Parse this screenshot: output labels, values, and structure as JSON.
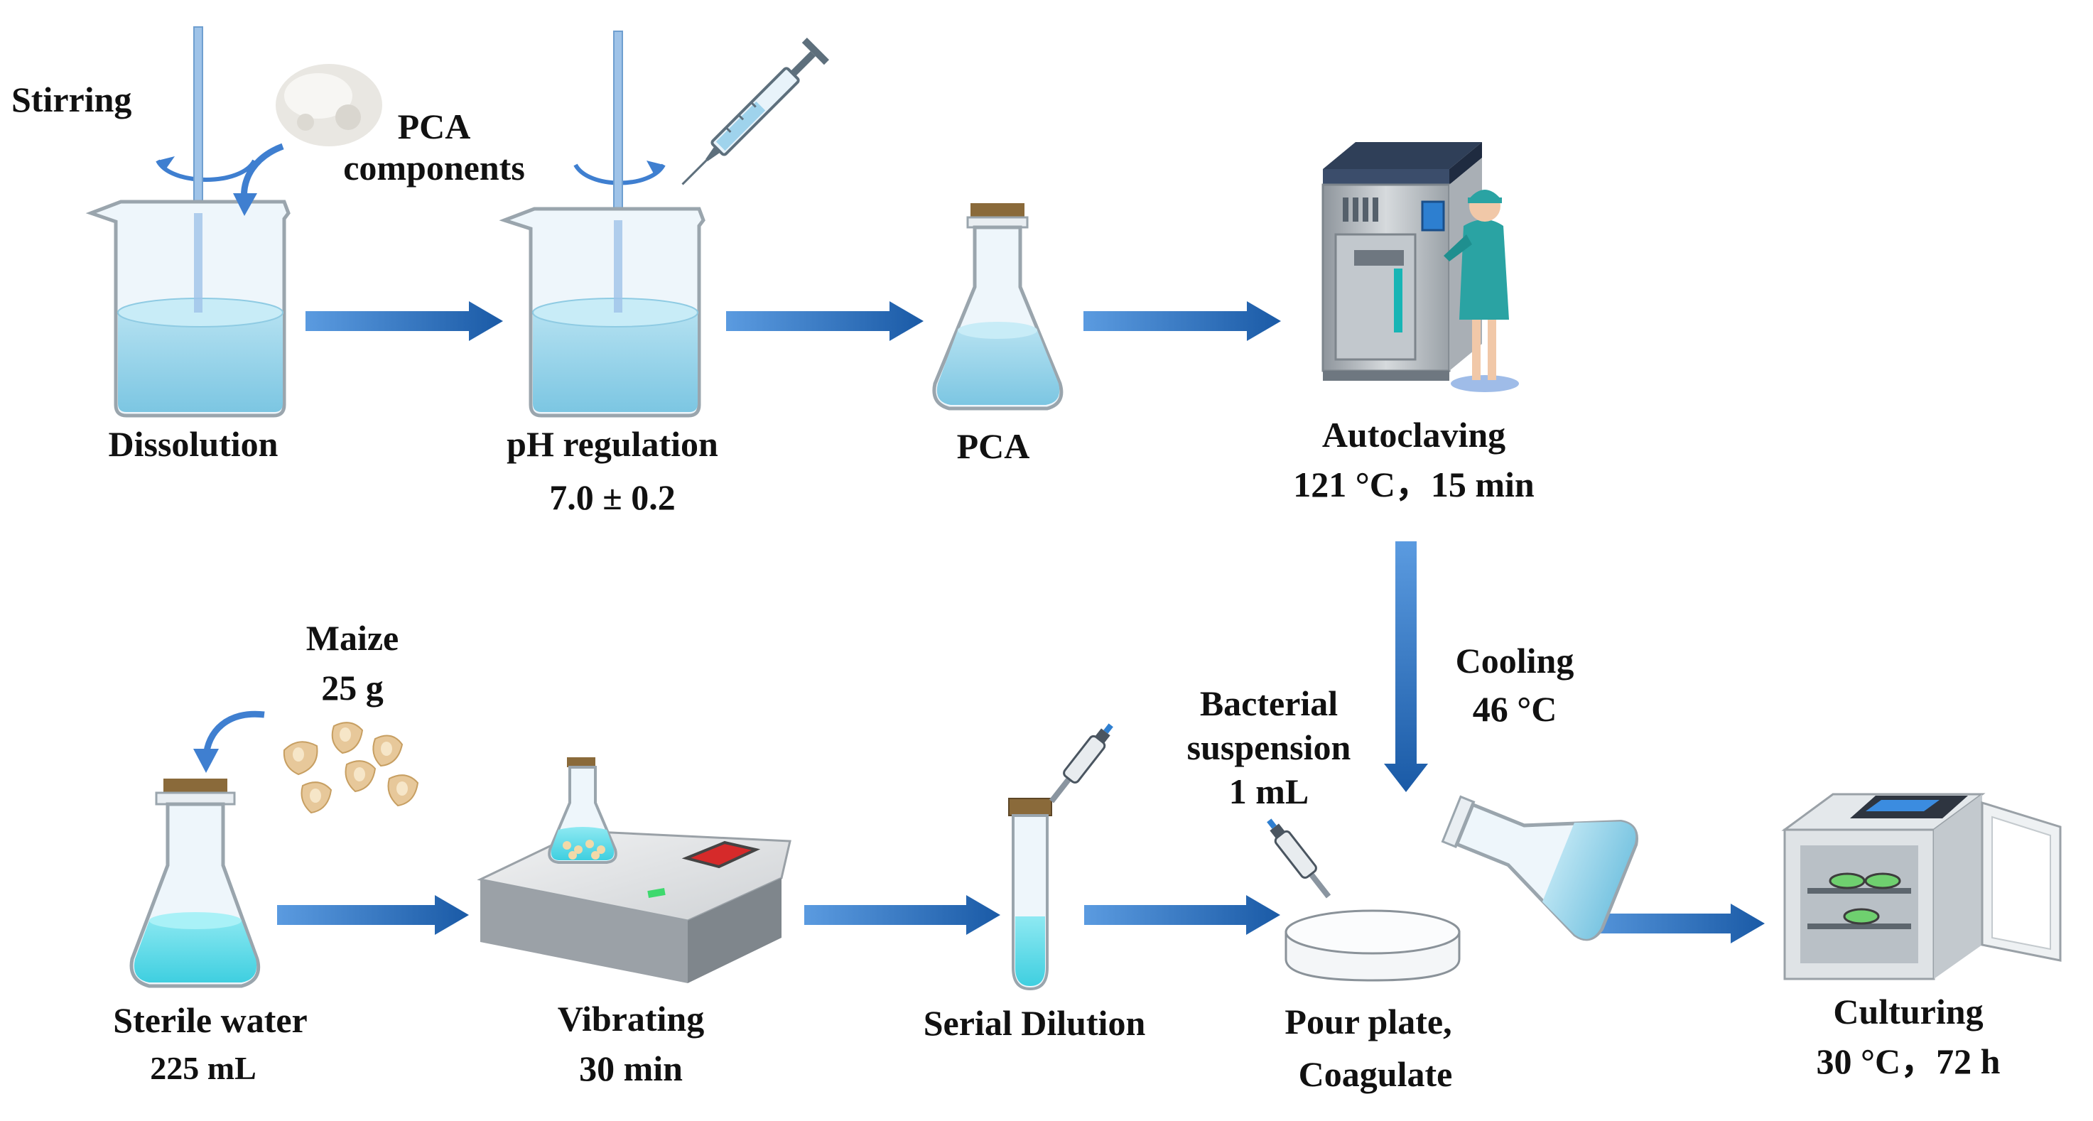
{
  "colors": {
    "arrow": "#1a5aa6",
    "arrow_light": "#5b9be0",
    "liquid": "#9fd6ea",
    "liquid_cyan": "#5fd8e6",
    "cork": "#8a6a3a",
    "glass": "#eef6fb",
    "machine": "#c9ced3",
    "nurse": "#2aa3a3"
  },
  "steps": {
    "stirring": "Stirring",
    "pca_components": [
      "PCA",
      "components"
    ],
    "dissolution": "Dissolution",
    "ph_regulation": [
      "pH  regulation",
      "7.0 ± 0.2"
    ],
    "pca": "PCA",
    "autoclaving": [
      "Autoclaving",
      "121 °C，15 min"
    ],
    "cooling": [
      "Cooling",
      "46 °C"
    ],
    "maize": [
      "Maize",
      "25 g"
    ],
    "sterile_water": [
      "Sterile water",
      "225 mL"
    ],
    "vibrating": [
      "Vibrating",
      "30 min"
    ],
    "serial_dilution": "Serial  Dilution",
    "bacterial_suspension": [
      "Bacterial",
      "suspension",
      "1 mL"
    ],
    "pour_plate": [
      "Pour plate,",
      "Coagulate"
    ],
    "culturing": [
      "Culturing",
      "30 °C，72 h"
    ]
  },
  "icons": [
    "stirring-rotation-icon",
    "pca-powder-icon",
    "beaker-icon",
    "syringe-icon",
    "flask-icon",
    "autoclave-icon",
    "technician-icon",
    "maize-kernels-icon",
    "shaker-icon",
    "test-tube-icon",
    "pipette-icon",
    "petri-dish-icon",
    "incubator-icon"
  ]
}
